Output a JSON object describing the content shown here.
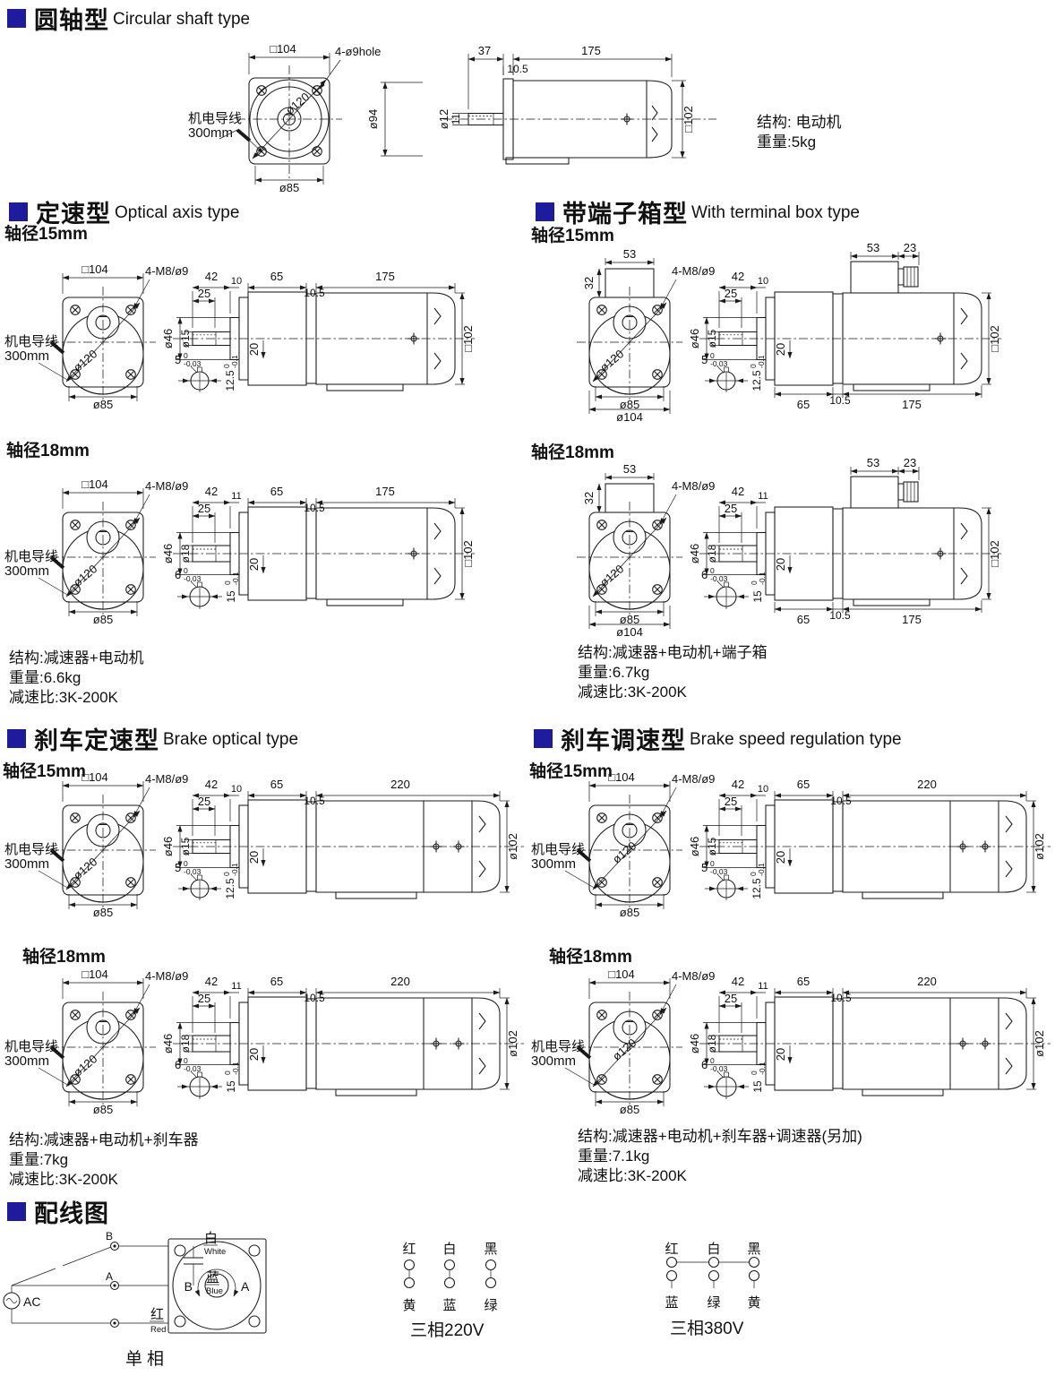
{
  "headers": {
    "circ": {
      "cn": "圆轴型",
      "en": "Circular shaft type"
    },
    "opt": {
      "cn": "定速型",
      "en": "Optical axis type"
    },
    "term": {
      "cn": "带端子箱型",
      "en": "With terminal box type"
    },
    "brake": {
      "cn": "刹车定速型",
      "en": "Brake optical type"
    },
    "bspeed": {
      "cn": "刹车调速型",
      "en": "Brake speed regulation type"
    },
    "wiring": {
      "cn": "配线图",
      "en": ""
    }
  },
  "sub": {
    "s15": "轴径15mm",
    "s18": "轴径18mm"
  },
  "lead": {
    "l1": "机电导线",
    "l2": "300mm"
  },
  "notes": {
    "circ": [
      "结构: 电动机",
      "重量:5kg"
    ],
    "opt": [
      "结构:减速器+电动机",
      "重量:6.6kg",
      "减速比:3K-200K"
    ],
    "term": [
      "结构:减速器+电动机+端子箱",
      "重量:6.7kg",
      "减速比:3K-200K"
    ],
    "brake": [
      "结构:减速器+电动机+刹车器",
      "重量:7kg",
      "减速比:3K-200K"
    ],
    "bspeed": [
      "结构:减速器+电动机+刹车器+调速器(另加)",
      "重量:7.1kg",
      "减速比:3K-200K"
    ]
  },
  "dims": {
    "d104": "□104",
    "holes": "4-ø9hole",
    "m8": "4-M8/ø9",
    "d120": "ø120",
    "d85": "ø85",
    "d94": "ø94",
    "d12": "ø12",
    "n11": "11",
    "n37": "37",
    "n105": "10.5",
    "n175": "175",
    "n220": "220",
    "sq102": "□102",
    "c102": "ø102",
    "n42": "42",
    "n65": "65",
    "n10": "10",
    "n25": "25",
    "d46": "ø46",
    "d15": "ø15",
    "d18": "ø18",
    "n20": "20",
    "n5": "5",
    "n6": "6",
    "zero": "0",
    "m003": "-0.03",
    "n125": "12.5",
    "n15": "15",
    "m01": "-0.1",
    "n53": "53",
    "n32": "32",
    "n23": "23",
    "d104r": "ø104"
  },
  "wiring": {
    "single": {
      "b": "B",
      "a": "A",
      "white_cn": "白",
      "white_en": "White",
      "blue_cn": "蓝",
      "blue_en": "Blue",
      "red_cn": "红",
      "red_en": "Red",
      "ac": "AC",
      "caption": "单相",
      "rb": "B",
      "ra": "A"
    },
    "t220": {
      "c1t": "红",
      "c2t": "白",
      "c3t": "黑",
      "c1b": "黄",
      "c2b": "蓝",
      "c3b": "绿",
      "caption": "三相220V"
    },
    "t380": {
      "c1t": "红",
      "c2t": "白",
      "c3t": "黑",
      "c1b": "蓝",
      "c2b": "绿",
      "c3b": "黄",
      "caption": "三相380V"
    }
  }
}
